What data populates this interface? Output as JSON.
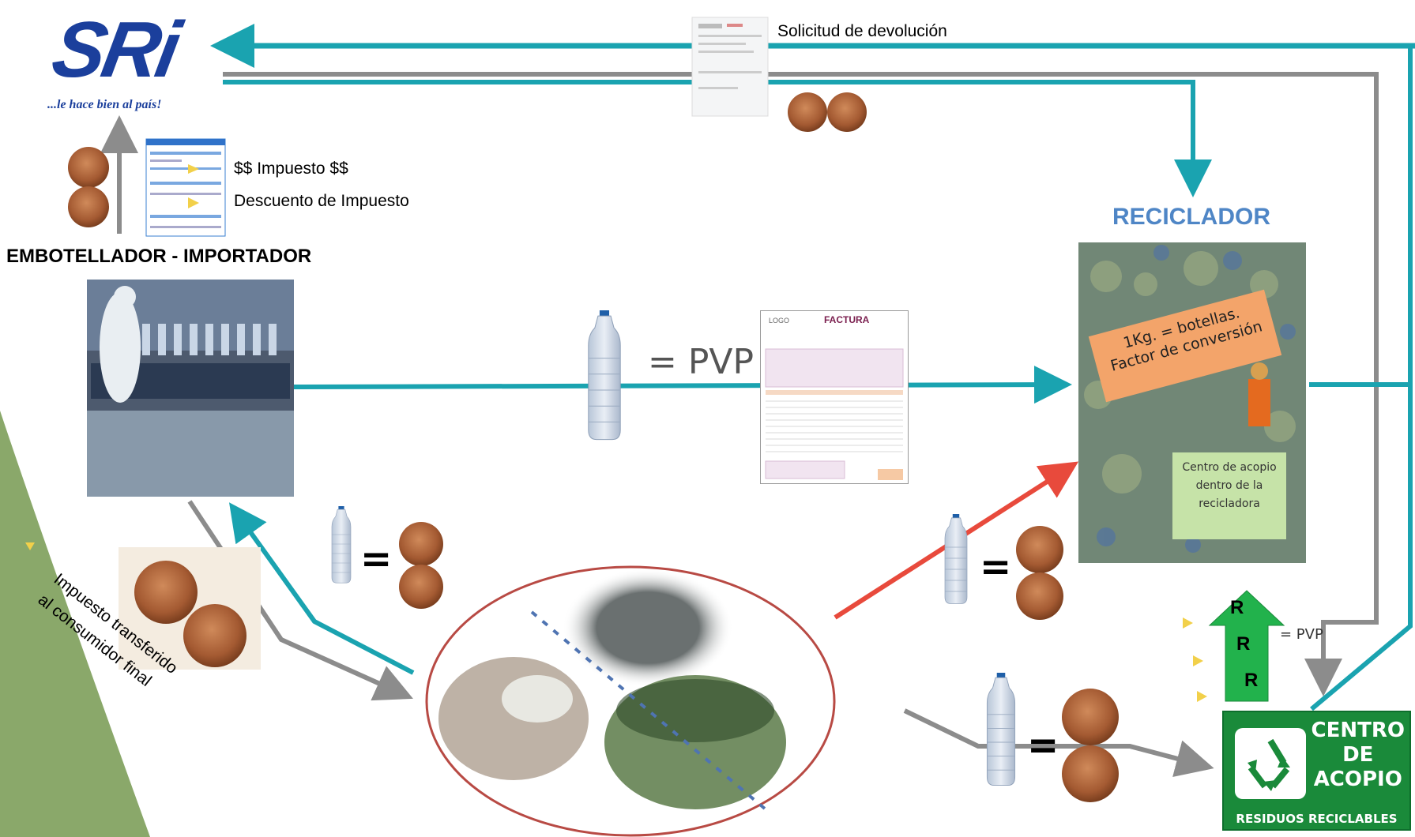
{
  "logo": {
    "word": "SRi",
    "tagline": "...le hace bien al país!"
  },
  "labels": {
    "solicitud": "Solicitud de devolución",
    "impuesto": "$$ Impuesto $$",
    "descuento": "Descuento de Impuesto",
    "embotellador": "EMBOTELLADOR - IMPORTADOR",
    "reciclador": "RECICLADOR",
    "pvp_big": "= PVP",
    "pvp_small": "= PVP",
    "transferido_line1": "Impuesto transferido",
    "transferido_line2": "al consumidor final",
    "equals": "="
  },
  "factura": {
    "title": "FACTURA",
    "logo": "LOGO"
  },
  "reciclador_sign": {
    "line1": "1Kg. = botellas.",
    "line2": "Factor de conversión"
  },
  "acopio_sign": {
    "text": "Centro de acopio dentro de la recicladora"
  },
  "centro_acopio": {
    "line1": "CENTRO",
    "line2": "DE",
    "line3": "ACOPIO",
    "footer": "RESIDUOS RECICLABLES"
  },
  "rrr": {
    "letters": [
      "R",
      "R",
      "R"
    ]
  },
  "colors": {
    "teal": "#1aa3b0",
    "gray": "#8c8c8c",
    "red": "#e84a3c",
    "green": "#22b24c",
    "sri_blue": "#1b3f9c"
  }
}
